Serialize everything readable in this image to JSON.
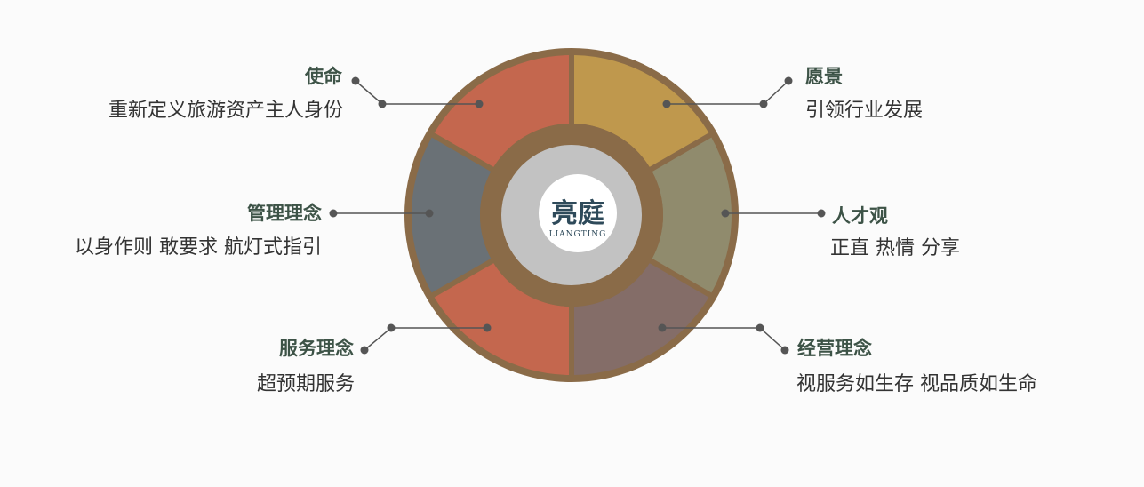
{
  "logo": {
    "brand_cn": "亮庭",
    "brand_en": "LIANGTING"
  },
  "segments": [
    {
      "key": "mission",
      "color": "#c4674e"
    },
    {
      "key": "vision",
      "color": "#bf984d"
    },
    {
      "key": "talent",
      "color": "#908b6d"
    },
    {
      "key": "business",
      "color": "#846d68"
    },
    {
      "key": "service",
      "color": "#c4674e"
    },
    {
      "key": "management",
      "color": "#6a7176"
    }
  ],
  "colors": {
    "ring": "#8a6b48",
    "inner_ring": "#8a6b48",
    "center_fill": "#c2c2c2",
    "logo_bg": "#ffffff",
    "title": "#3d5347",
    "desc": "#333333",
    "connector": "#555555"
  },
  "items": {
    "mission": {
      "title": "使命",
      "desc": "重新定义旅游资产主人身份"
    },
    "vision": {
      "title": "愿景",
      "desc": "引领行业发展"
    },
    "management": {
      "title": "管理理念",
      "desc": "以身作则 敢要求 航灯式指引"
    },
    "talent": {
      "title": "人才观",
      "desc": "正直 热情 分享"
    },
    "service": {
      "title": "服务理念",
      "desc": "超预期服务"
    },
    "business": {
      "title": "经营理念",
      "desc": "视服务如生存 视品质如生命"
    }
  }
}
